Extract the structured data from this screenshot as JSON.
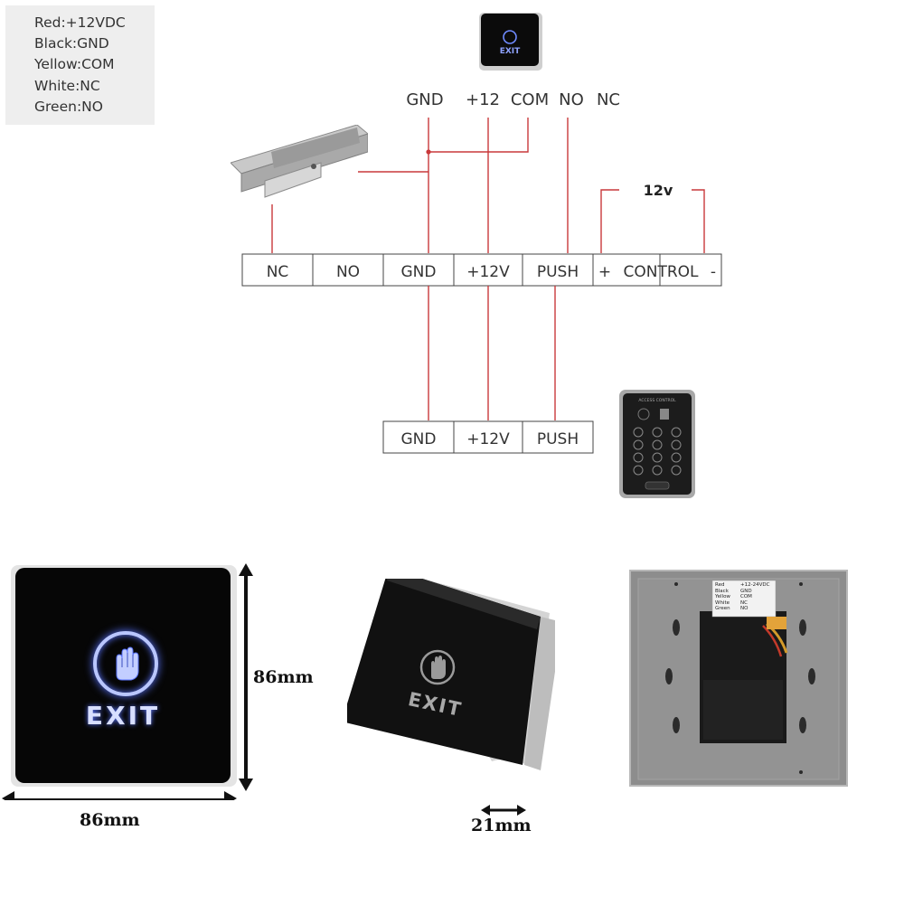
{
  "legend": [
    "Red:+12VDC",
    "Black:GND",
    "Yellow:COM",
    "White:NC",
    "Green:NO"
  ],
  "top_labels": [
    "GND",
    "+12",
    "COM",
    "NO",
    "NC"
  ],
  "voltage_label": "12v",
  "main_terminal": [
    "NC",
    "NO",
    "GND",
    "+12V",
    "PUSH",
    "+",
    "CONTROL",
    "-"
  ],
  "lower_terminal": [
    "GND",
    "+12V",
    "PUSH"
  ],
  "device_labels": {
    "exit_text": "EXIT",
    "back_sticker": [
      "Red",
      "+12-24VDC",
      "Black",
      "GND",
      "Yellow",
      "COM",
      "White",
      "NC",
      "Green",
      "NO"
    ],
    "keypad_brand": "ACCESS CONTROL"
  },
  "dimensions": {
    "height": "86mm",
    "width": "86mm",
    "depth": "21mm"
  },
  "colors": {
    "wire": "#c9393b",
    "glow": "#5a74ff"
  }
}
